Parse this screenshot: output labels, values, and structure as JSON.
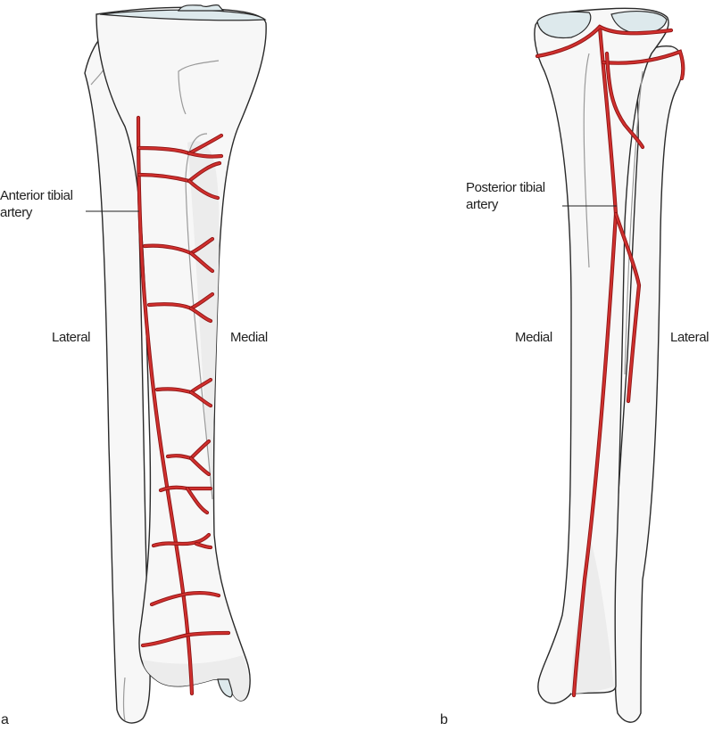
{
  "panel_a": {
    "letter": "a",
    "artery_label_line1": "Anterior tibial",
    "artery_label_line2": "artery",
    "left_side": "Lateral",
    "right_side": "Medial"
  },
  "panel_b": {
    "letter": "b",
    "artery_label_line1": "Posterior tibial",
    "artery_label_line2": "artery",
    "left_side": "Medial",
    "right_side": "Lateral"
  },
  "colors": {
    "artery": "#c62828",
    "artery_outline": "#8e1414",
    "bone": "#f7f7f7",
    "cartilage": "#dde9ec"
  }
}
